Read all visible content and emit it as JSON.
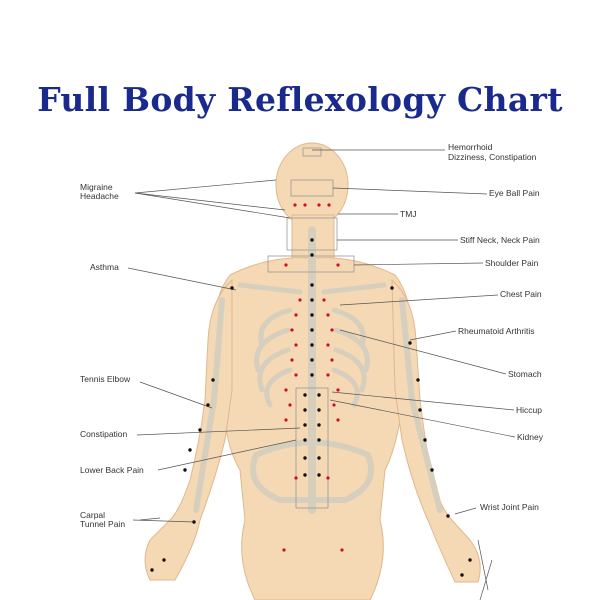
{
  "title": "Full Body Reflexology Chart",
  "colors": {
    "title": "#1a2a8c",
    "skin": "#f5d8b4",
    "bone": "#e8e3d6",
    "point_red": "#c8102e",
    "point_black": "#111111"
  },
  "left_labels": {
    "migraine": "Migraine",
    "headache": "Headache",
    "asthma": "Asthma",
    "tennis_elbow": "Tennis Elbow",
    "constipation": "Constipation",
    "lower_back_pain": "Lower Back Pain",
    "carpal": "Carpal",
    "tunnel_pain": "Tunnel Pain"
  },
  "right_labels": {
    "hemorrhoid": "Hemorrhoid",
    "dizziness_constipation": "Dizziness, Constipation",
    "eye_ball_pain": "Eye Ball Pain",
    "tmj": "TMJ",
    "stiff_neck": "Stiff Neck, Neck Pain",
    "shoulder_pain": "Shoulder Pain",
    "chest_pain": "Chest Pain",
    "rheumatoid_arthritis": "Rheumatoid Arthritis",
    "stomach": "Stomach",
    "hiccup": "Hiccup",
    "kidney": "Kidney",
    "wrist_joint_pain": "Wrist Joint Pain"
  }
}
